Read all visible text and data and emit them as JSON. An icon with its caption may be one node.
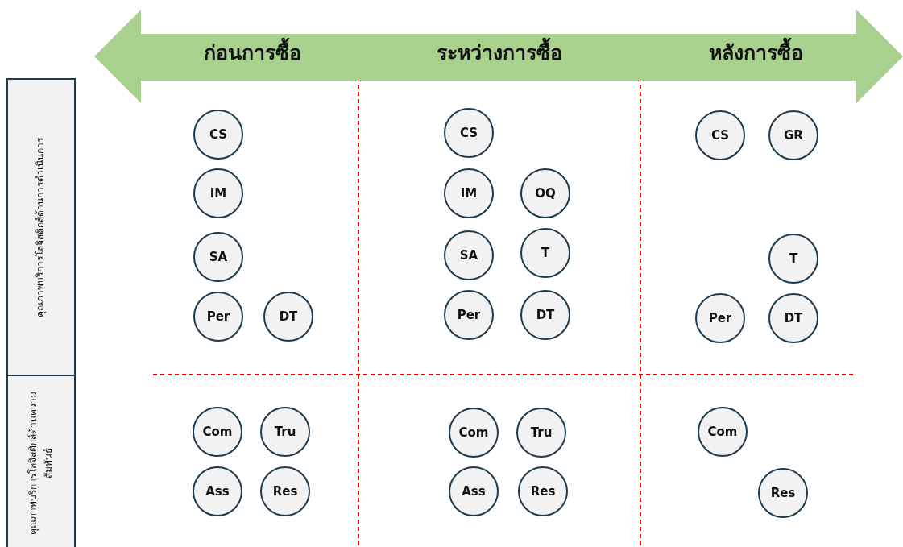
{
  "diagram": {
    "nodes": [
      {
        "text": [
          "ก่อนการซื้อ",
          "ระหว่างการซื้อ",
          "หลังการซื้อ"
        ]
      },
      {
        "text": [
          "คุณภาพบริการโลจิสติกส์ด้านการดำเนินการ"
        ]
      },
      {
        "text": [
          "คุณภาพบริการโลจิสติกส์ด้านความสัมพันธ์"
        ]
      },
      {
        "text": [
          "CS"
        ]
      },
      {
        "text": [
          "IM"
        ]
      },
      {
        "text": [
          "SA"
        ]
      },
      {
        "text": [
          "Per"
        ]
      },
      {
        "text": [
          "DT"
        ]
      },
      {
        "text": [
          "Com"
        ]
      },
      {
        "text": [
          "Tru"
        ]
      },
      {
        "text": [
          "Ass"
        ]
      },
      {
        "text": [
          "Res"
        ]
      },
      {
        "text": [
          "CS"
        ]
      },
      {
        "text": [
          "IM"
        ]
      },
      {
        "text": [
          "OQ"
        ]
      },
      {
        "text": [
          "SA"
        ]
      },
      {
        "text": [
          "T"
        ]
      },
      {
        "text": [
          "Per"
        ]
      },
      {
        "text": [
          "DT"
        ]
      },
      {
        "text": [
          "Com"
        ]
      },
      {
        "text": [
          "Tru"
        ]
      },
      {
        "text": [
          "Ass"
        ]
      },
      {
        "text": [
          "Res"
        ]
      },
      {
        "text": [
          "CS"
        ]
      },
      {
        "text": [
          "GR"
        ]
      },
      {
        "text": [
          "T"
        ]
      },
      {
        "text": [
          "Per"
        ]
      },
      {
        "text": [
          "DT"
        ]
      },
      {
        "text": [
          "Com"
        ]
      },
      {
        "text": [
          "Res"
        ]
      }
    ]
  }
}
